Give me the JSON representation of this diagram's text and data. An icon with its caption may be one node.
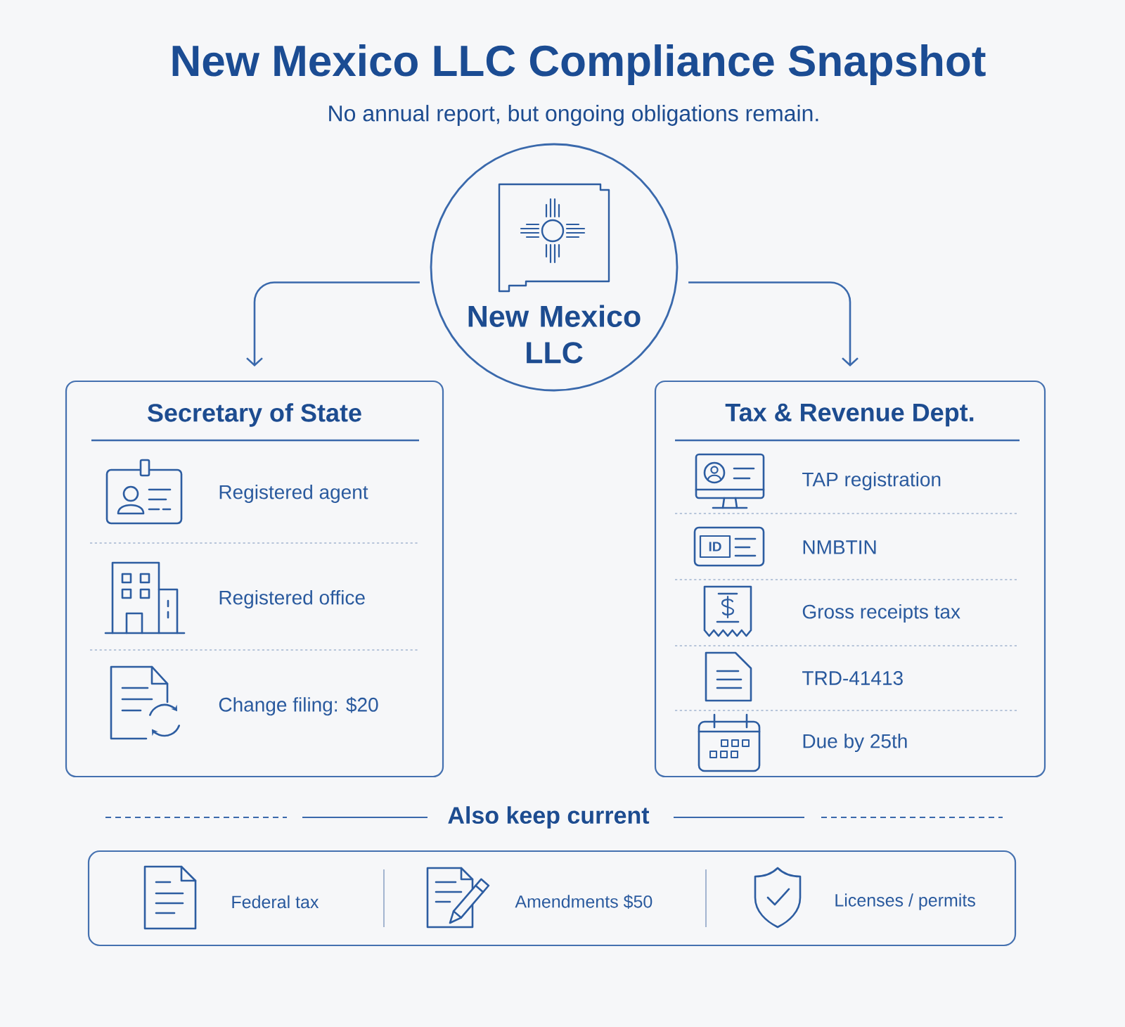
{
  "diagram": {
    "title": "New Mexico LLC Compliance Snapshot",
    "nodes": [
      {
        "text": [
          "New Mexico LLC"
        ]
      },
      {
        "text": [
          "Secretary of State",
          "Registered agent",
          "Registered office",
          "Change filing: $20"
        ]
      },
      {
        "text": [
          "Tax & Revenue Dept.",
          "TAP registration",
          "NMBTIN",
          "Gross receipts tax",
          "TRD-41413",
          "Due by 25th"
        ]
      },
      {
        "text": [
          "Also keep current",
          "Federal tax",
          "Amendments $50",
          "Licenses / permits"
        ]
      }
    ],
    "edges": [
      {
        "from": 0,
        "to": 1,
        "arrow": "to"
      },
      {
        "from": 0,
        "to": 2,
        "arrow": "to"
      }
    ],
    "labels": [
      "No annual report, but ongoing obligations remain.",
      "ID"
    ]
  }
}
